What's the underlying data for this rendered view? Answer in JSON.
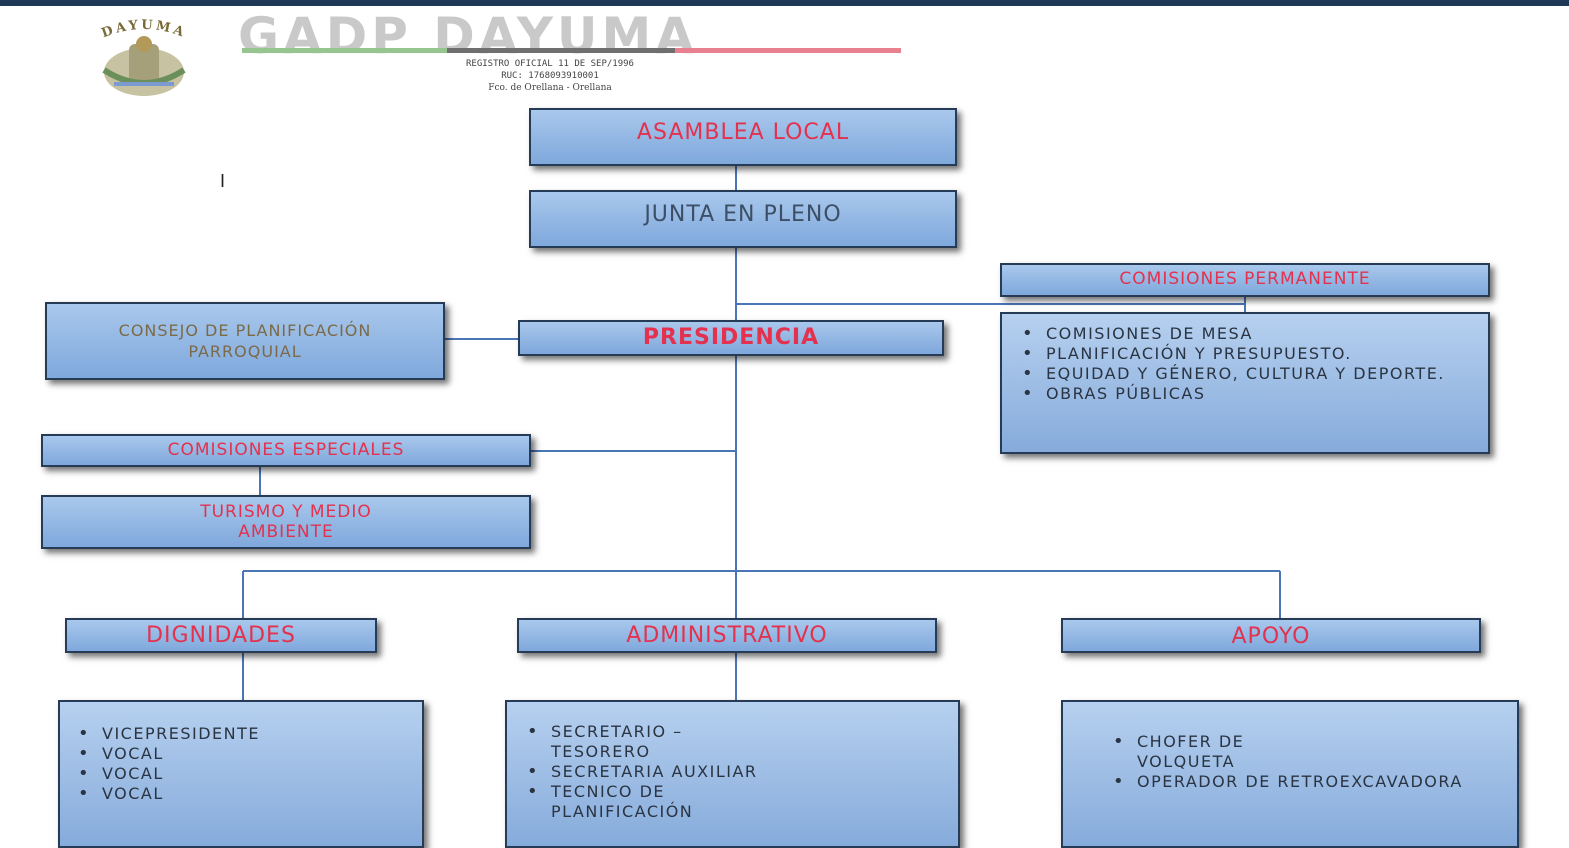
{
  "header": {
    "logo_text": "DAYUMA",
    "title": "GADP DAYUMA",
    "subtitle_line1": "REGISTRO OFICIAL 11 DE SEP/1996",
    "subtitle_line2": "RUC: 1768093910001",
    "subtitle_line3": "Fco. de Orellana - Orellana"
  },
  "stray_mark": "I",
  "colors": {
    "box_fill_top": "#a9c8ec",
    "box_fill_bottom": "#7fa8dc",
    "box_border": "#263b56",
    "label_red": "#e3314e",
    "connector": "#4a76b8",
    "top_bar": "#1f3858"
  },
  "org": {
    "asamblea": "ASAMBLEA LOCAL",
    "junta": "JUNTA EN PLENO",
    "presidencia": "PRESIDENCIA",
    "consejo": "CONSEJO DE PLANIFICACIÓN PARROQUIAL",
    "comisiones_permanente": {
      "title": "COMISIONES PERMANENTE",
      "items": [
        "COMISIONES DE MESA",
        "PLANIFICACIÓN Y PRESUPUESTO.",
        "EQUIDAD Y GÉNERO, CULTURA Y DEPORTE.",
        "OBRAS PÚBLICAS"
      ]
    },
    "comisiones_especiales": {
      "title": "COMISIONES ESPECIALES",
      "child": "TURISMO Y MEDIO AMBIENTE"
    },
    "dignidades": {
      "title": "DIGNIDADES",
      "items": [
        "VICEPRESIDENTE",
        "VOCAL",
        "VOCAL",
        "VOCAL"
      ]
    },
    "administrativo": {
      "title": "ADMINISTRATIVO",
      "items": [
        "SECRETARIO – TESORERO",
        "SECRETARIA AUXILIAR",
        "TECNICO DE PLANIFICACIÓN"
      ]
    },
    "apoyo": {
      "title": "APOYO",
      "items": [
        "CHOFER DE VOLQUETA",
        "OPERADOR DE RETROEXCAVADORA"
      ]
    }
  }
}
